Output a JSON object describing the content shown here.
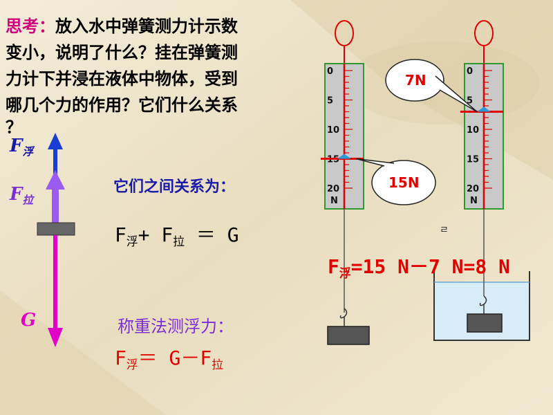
{
  "question": {
    "label": "思考：",
    "lines": [
      "放入水中弹簧测力计示数",
      "变小，说明了什么？挂在弹簧测",
      "力计下并浸在液体中物体，受到",
      "哪几个力的作用？它们什么关系",
      "？"
    ]
  },
  "forces": {
    "buoyancy_symbol": "F",
    "buoyancy_sub": "浮",
    "pull_symbol": "F",
    "pull_sub": "拉",
    "gravity_symbol": "G"
  },
  "relation": {
    "heading": "它们之间关系为：",
    "f_symbol": "F",
    "f_sub1": "浮",
    "plus_f": "+ F",
    "f_sub2": "拉",
    "equals_g": "＝ G"
  },
  "method": {
    "heading": "称重法测浮力：",
    "f_symbol": "F",
    "f_sub1": "浮",
    "equals_g_minus_f": "＝ G－F",
    "f_sub2": "拉"
  },
  "scales": {
    "ticks": [
      "0",
      "5",
      "10",
      "15",
      "20"
    ],
    "unit": "N",
    "left_reading": "15N",
    "right_reading": "7N",
    "left_value": 15,
    "right_value": 7,
    "max_value": 20
  },
  "result": {
    "f_symbol": "F",
    "f_sub": "浮",
    "equation": "=15 N－7 N=8 N"
  },
  "stray_mark": "ㄹ",
  "colors": {
    "accent_red": "#e00000",
    "accent_magenta": "#d0007a",
    "buoyancy_arrow": "#1a3fd0",
    "pull_arrow": "#9a5cf0",
    "gravity_arrow": "#e000c8",
    "scale_fill": "#c9c9c9",
    "scale_border": "#2e9a2e",
    "water": "#d8ecf8"
  }
}
